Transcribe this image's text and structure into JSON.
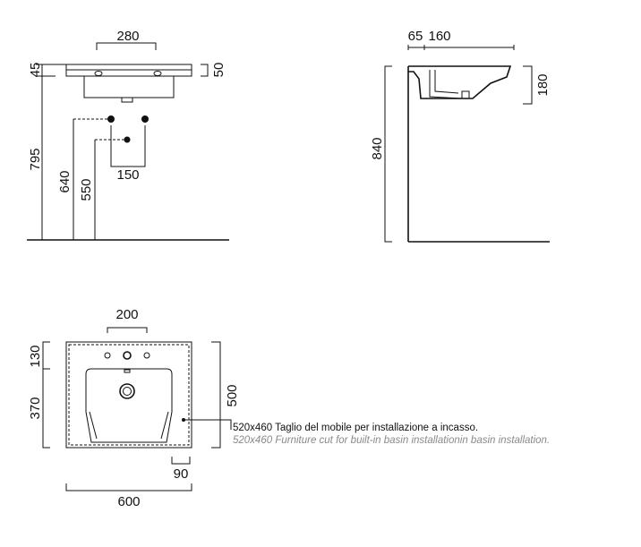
{
  "dimensions": {
    "front": {
      "top_width": "280",
      "left_45": "45",
      "right_50": "50",
      "height_795": "795",
      "height_640": "640",
      "height_550": "550",
      "width_150": "150"
    },
    "side": {
      "w65": "65",
      "w160": "160",
      "h180": "180",
      "h840": "840"
    },
    "plan": {
      "top_200": "200",
      "left_130": "130",
      "left_370": "370",
      "right_500": "500",
      "bottom_90": "90",
      "bottom_600": "600"
    }
  },
  "notes": {
    "it": "520x460 Taglio del mobile per installazione a incasso.",
    "en": "520x460 Furniture cut for built-in basin installationin basin installation."
  }
}
